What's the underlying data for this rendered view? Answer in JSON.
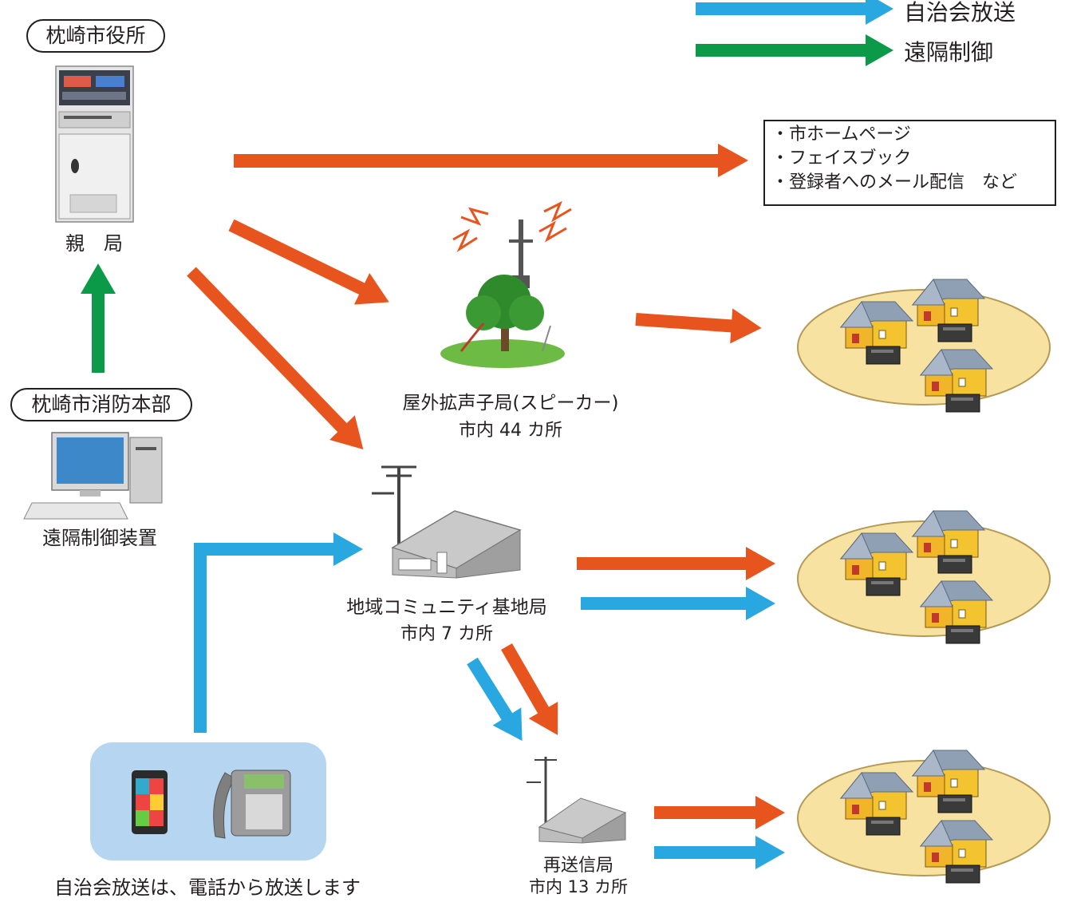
{
  "legend": {
    "community_broadcast": "自治会放送",
    "remote_control": "遠隔制御",
    "community_color": "#29a7e1",
    "remote_color": "#0b9b48"
  },
  "city_hall": {
    "name": "枕崎市役所",
    "label": "親　局"
  },
  "fire_dept": {
    "name": "枕崎市消防本部",
    "label": "遠隔制御装置"
  },
  "outdoor_speaker": {
    "label": "屋外拡声子局(スピーカー)",
    "count": "市内 44 カ所"
  },
  "community_base": {
    "label": "地域コミュニティ基地局",
    "count": "市内 7 カ所"
  },
  "relay": {
    "label": "再送信局",
    "count": "市内 13 カ所"
  },
  "phone_note": "自治会放送は、電話から放送します",
  "web_channels": [
    "・市ホームページ",
    "・フェイスブック",
    "・登録者へのメール配信　など"
  ],
  "colors": {
    "broadcast_arrow": "#e8541e",
    "community_arrow": "#29a7e1",
    "remote_arrow": "#0b9b48",
    "area": "#f7e2a1"
  }
}
